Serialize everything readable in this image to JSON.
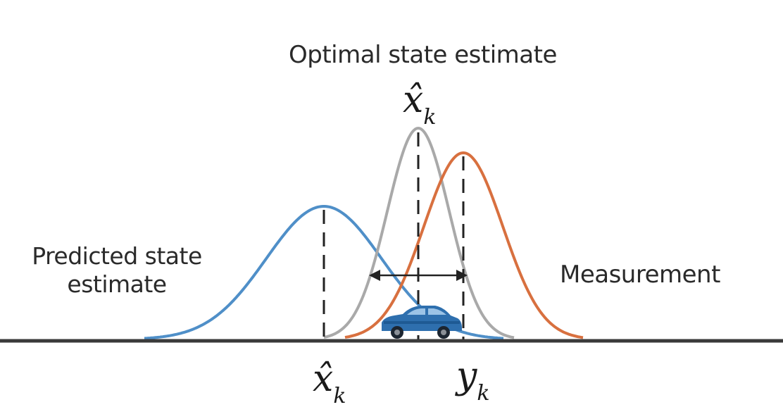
{
  "labels": {
    "optimal": "Optimal state estimate",
    "predicted": "Predicted state estimate",
    "measurement": "Measurement"
  },
  "math": {
    "optimal_symbol": "x̂",
    "optimal_subscript": "k",
    "predicted_symbol": "x̂",
    "predicted_subscript": "k",
    "measurement_symbol": "y",
    "measurement_subscript": "k"
  },
  "colors": {
    "predicted_curve": "#4f8fc8",
    "optimal_curve": "#a9a9a9",
    "measurement_curve": "#d8703f",
    "axis": "#3a3a3a",
    "car_body": "#2e6fae"
  },
  "icons": {
    "car": "car-icon",
    "double_arrow": "double-arrow-icon"
  }
}
